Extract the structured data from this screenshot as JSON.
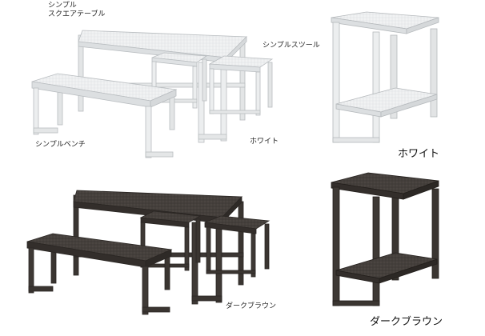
{
  "labels": {
    "simple_square_table_line1": "シンプル",
    "simple_square_table_line2": "スクエアテーブル",
    "simple_stool": "シンプルスツール",
    "simple_bench": "シンプルベンチ",
    "white_small": "ホワイト",
    "white_large": "ホワイト",
    "dark_brown_small": "ダークブラウン",
    "dark_brown_large": "ダークブラウン"
  },
  "colors": {
    "white_frame": "#e9ebec",
    "white_frame_edge": "#b8bcbf",
    "white_top": "#f3f4f5",
    "brown_frame": "#3e3935",
    "brown_top": "#4a4440",
    "brown_edge": "#2a2623"
  }
}
